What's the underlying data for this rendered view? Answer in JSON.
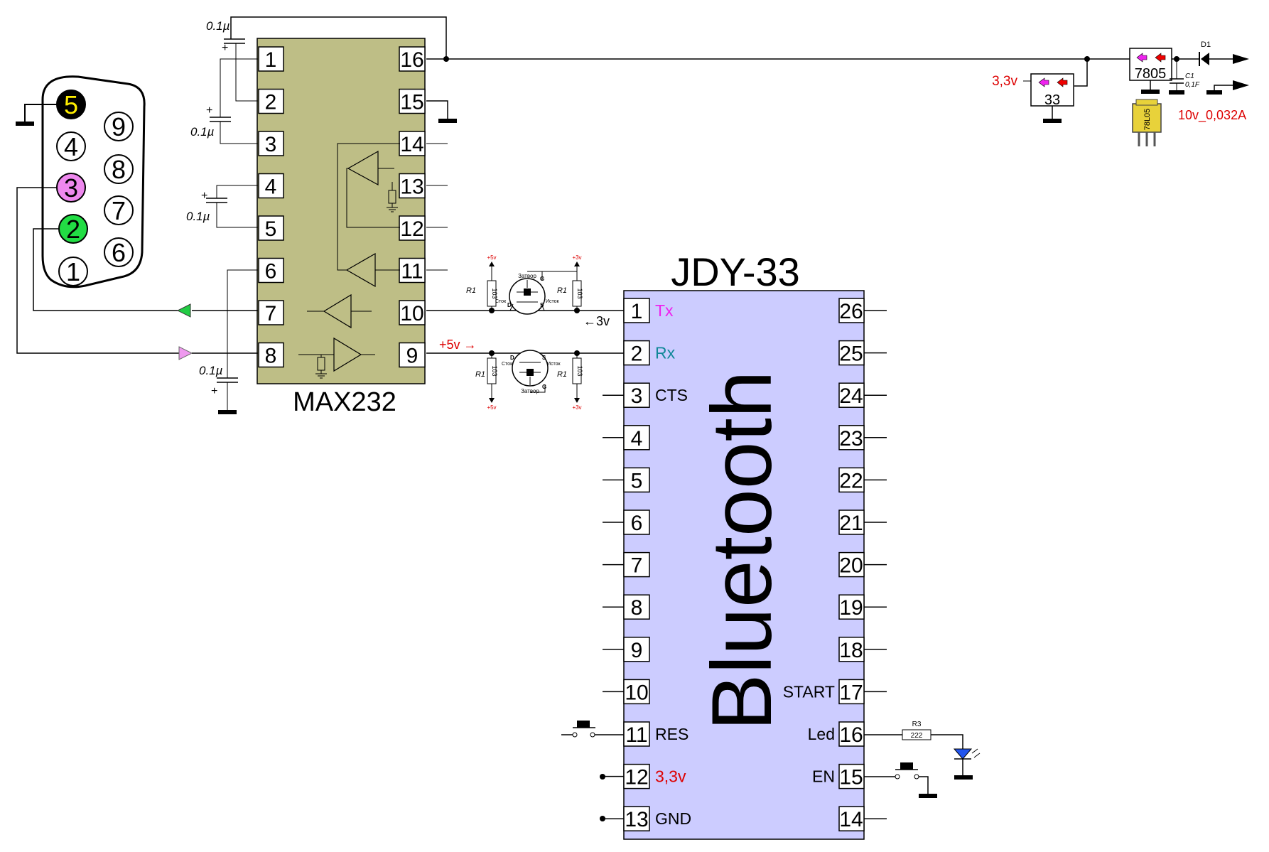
{
  "db9": {
    "pins_left": [
      {
        "num": "5",
        "fill": "#000000",
        "text_color": "#ffee00"
      },
      {
        "num": "4",
        "fill": "#ffffff",
        "text_color": "#000000"
      },
      {
        "num": "3",
        "fill": "#ee88ee",
        "text_color": "#000000"
      },
      {
        "num": "2",
        "fill": "#22dd44",
        "text_color": "#000000"
      },
      {
        "num": "1",
        "fill": "#ffffff",
        "text_color": "#000000"
      }
    ],
    "pins_right": [
      "9",
      "8",
      "7",
      "6"
    ]
  },
  "max232": {
    "name": "MAX232",
    "left_pins": [
      "1",
      "2",
      "3",
      "4",
      "5",
      "6",
      "7",
      "8"
    ],
    "right_pins": [
      "16",
      "15",
      "14",
      "13",
      "12",
      "11",
      "10",
      "9"
    ],
    "body_color": "#bebe86"
  },
  "capacitors": {
    "c1_label": "0.1µ",
    "c2_label": "0.1µ",
    "c3_label": "0.1µ",
    "c4_label": "0.1µ",
    "plus": "+"
  },
  "level_shifters": {
    "top": {
      "r_left_label": "R1",
      "r_left_value": "103",
      "r_right_label": "R1",
      "r_right_value": "103",
      "v_left": "+5v",
      "v_right": "+3v",
      "gate": "Затвор",
      "drain": "D",
      "drain_word": "Сток",
      "source": "S",
      "source_word": "Исток",
      "g": "G"
    },
    "bottom": {
      "r_left_label": "R1",
      "r_left_value": "103",
      "r_right_label": "R1",
      "r_right_value": "103",
      "v_left": "+5v",
      "v_right": "+3v",
      "gate": "Затвор",
      "drain": "D",
      "drain_word": "Сток",
      "source": "S",
      "source_word": "Исток",
      "g": "G"
    },
    "arrow_3v": "←3v",
    "arrow_5v": "+5v →"
  },
  "jdy33": {
    "title": "JDY-33",
    "body_text": "Bluetooth",
    "body_color": "#ccccff",
    "left_pins": [
      {
        "num": "1",
        "label": "Tx",
        "color": "#ee22ee"
      },
      {
        "num": "2",
        "label": "Rx",
        "color": "#118899"
      },
      {
        "num": "3",
        "label": "CTS",
        "color": "#000000"
      },
      {
        "num": "4",
        "label": "",
        "color": "#000000"
      },
      {
        "num": "5",
        "label": "",
        "color": "#000000"
      },
      {
        "num": "6",
        "label": "",
        "color": "#000000"
      },
      {
        "num": "7",
        "label": "",
        "color": "#000000"
      },
      {
        "num": "8",
        "label": "",
        "color": "#000000"
      },
      {
        "num": "9",
        "label": "",
        "color": "#000000"
      },
      {
        "num": "10",
        "label": "",
        "color": "#000000"
      },
      {
        "num": "11",
        "label": "RES",
        "color": "#000000"
      },
      {
        "num": "12",
        "label": "3,3v",
        "color": "#dd0000"
      },
      {
        "num": "13",
        "label": "GND",
        "color": "#000000"
      }
    ],
    "right_pins": [
      {
        "num": "26",
        "label": ""
      },
      {
        "num": "25",
        "label": ""
      },
      {
        "num": "24",
        "label": ""
      },
      {
        "num": "23",
        "label": ""
      },
      {
        "num": "22",
        "label": ""
      },
      {
        "num": "21",
        "label": ""
      },
      {
        "num": "20",
        "label": ""
      },
      {
        "num": "19",
        "label": ""
      },
      {
        "num": "18",
        "label": ""
      },
      {
        "num": "17",
        "label": "START"
      },
      {
        "num": "16",
        "label": "Led"
      },
      {
        "num": "15",
        "label": "EN"
      },
      {
        "num": "14",
        "label": ""
      }
    ]
  },
  "led_resistor": {
    "name": "R3",
    "value": "222"
  },
  "power": {
    "reg33_voltage": "3,3v",
    "reg33_label": "33",
    "reg5_label": "7805",
    "reg5_package_label": "78L05",
    "diode": "D1",
    "cap_name": "C1",
    "cap_value": "0,1F",
    "supply": "10v_0,032A"
  }
}
